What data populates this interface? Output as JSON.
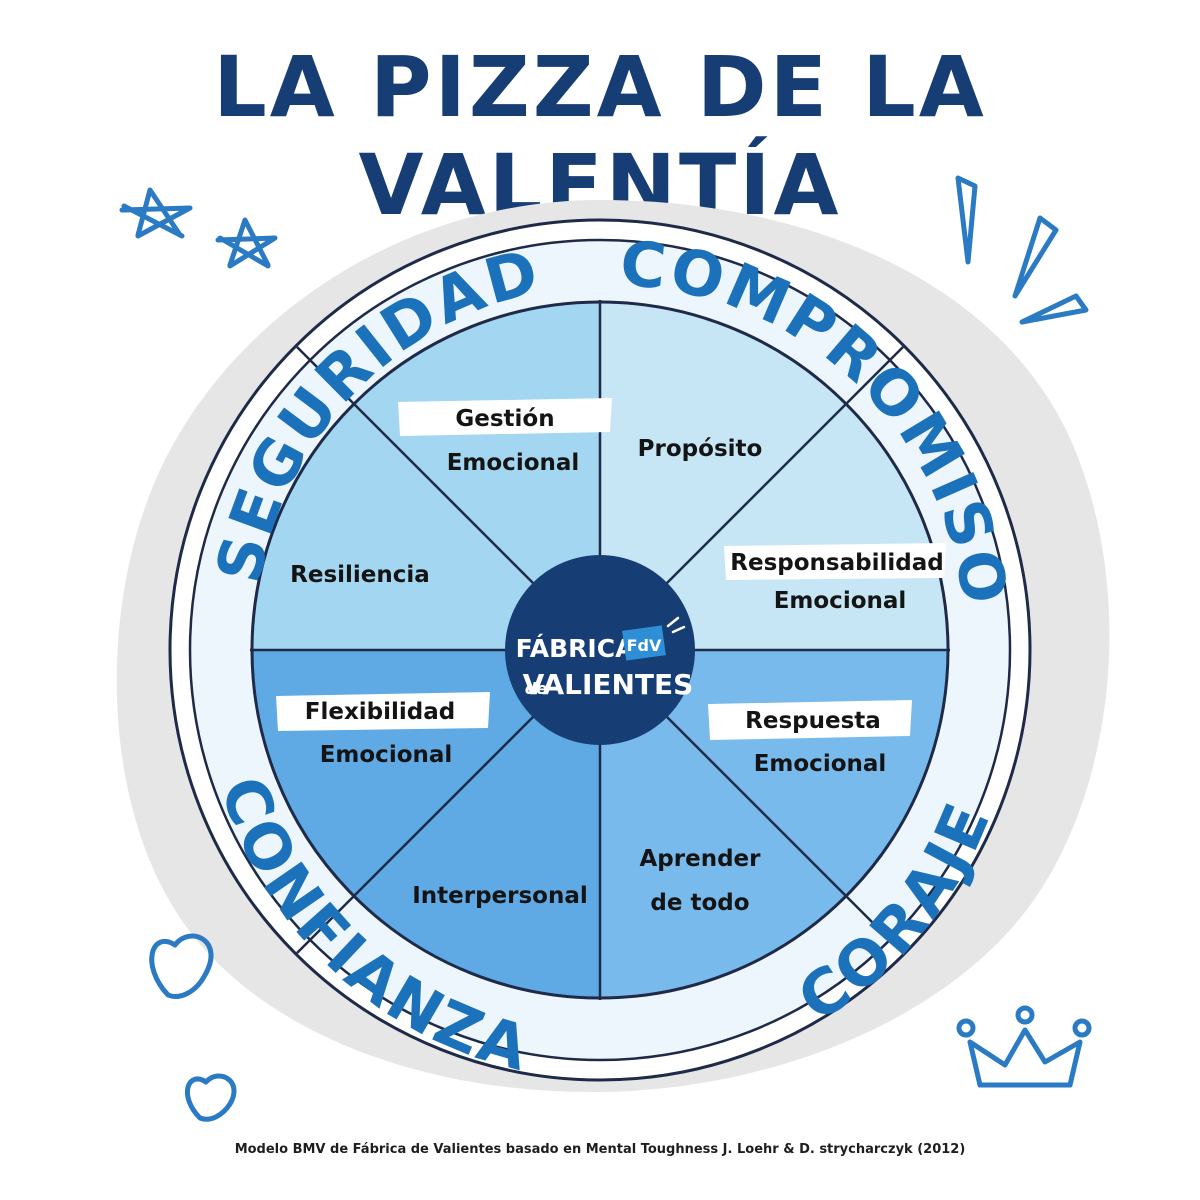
{
  "title": "LA PIZZA DE LA VALENTÍA",
  "quadrants": {
    "seguridad": "SEGURIDAD",
    "compromiso": "COMPROMISO",
    "confianza": "CONFIANZA",
    "coraje": "CORAJE"
  },
  "segments": {
    "gestion": [
      "Gestión",
      "Emocional"
    ],
    "proposito": [
      "Propósito"
    ],
    "resiliencia": [
      "Resiliencia"
    ],
    "responsabilidad": [
      "Responsabilidad",
      "Emocional"
    ],
    "flexibilidad": [
      "Flexibilidad",
      "Emocional"
    ],
    "respuesta": [
      "Respuesta",
      "Emocional"
    ],
    "interpersonal": [
      "Interpersonal"
    ],
    "aprender": [
      "Aprender",
      "de todo"
    ]
  },
  "logo": {
    "line1": "FÁBRICA",
    "badge": "FdV",
    "prefix": "de",
    "line2": "VALIENTES"
  },
  "colors": {
    "title": "#173d75",
    "arc_text": "#1c72ba",
    "top_left": "#a3d6f1",
    "top_right": "#c6e6f6",
    "bottom_left": "#5fa9e4",
    "bottom_right": "#78baec",
    "center": "#173d75"
  },
  "footer": "Modelo BMV de Fábrica de Valientes basado en Mental Toughness J. Loehr & D. strycharczyk (2012)"
}
